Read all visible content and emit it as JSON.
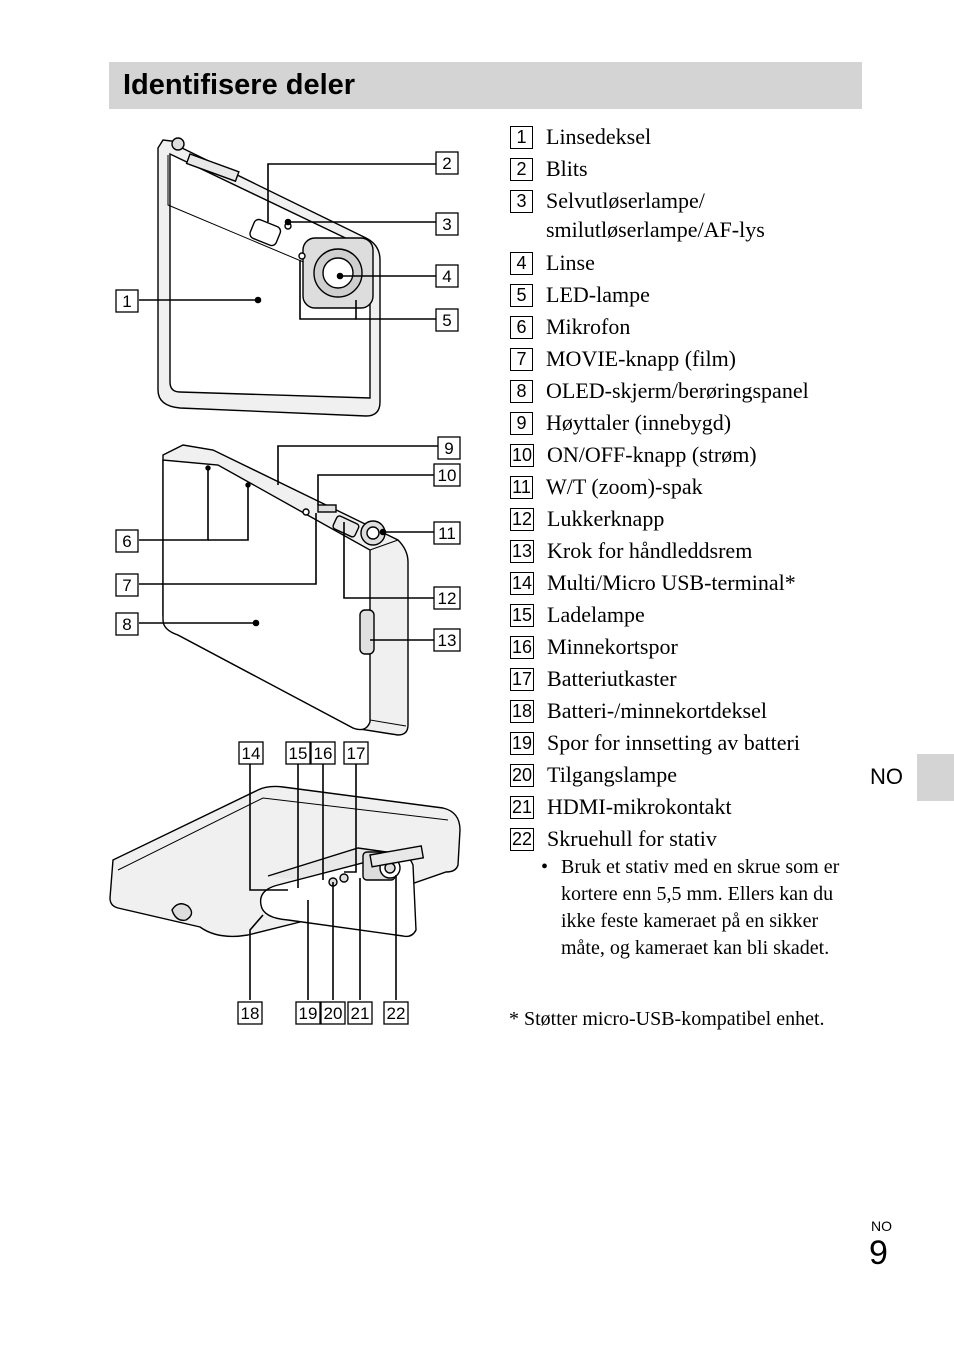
{
  "header": {
    "title": "Identifisere deler"
  },
  "figure": {
    "callouts_front": [
      "1",
      "2",
      "3",
      "4",
      "5"
    ],
    "callouts_back": [
      "6",
      "7",
      "8",
      "9",
      "10",
      "11",
      "12",
      "13"
    ],
    "callouts_bottom": [
      "14",
      "15",
      "16",
      "17",
      "18",
      "19",
      "20",
      "21",
      "22"
    ]
  },
  "parts": [
    {
      "num": "1",
      "label": "Linsedeksel"
    },
    {
      "num": "2",
      "label": "Blits"
    },
    {
      "num": "3",
      "label": "Selvutløserlampe/ smilutløserlampe/AF-lys"
    },
    {
      "num": "4",
      "label": "Linse"
    },
    {
      "num": "5",
      "label": "LED-lampe"
    },
    {
      "num": "6",
      "label": "Mikrofon"
    },
    {
      "num": "7",
      "label": "MOVIE-knapp (film)"
    },
    {
      "num": "8",
      "label": "OLED-skjerm/berøringspanel"
    },
    {
      "num": "9",
      "label": "Høyttaler (innebygd)"
    },
    {
      "num": "10",
      "label": "ON/OFF-knapp (strøm)"
    },
    {
      "num": "11",
      "label": "W/T (zoom)-spak"
    },
    {
      "num": "12",
      "label": "Lukkerknapp"
    },
    {
      "num": "13",
      "label": "Krok for håndleddsrem"
    },
    {
      "num": "14",
      "label": "Multi/Micro USB-terminal*"
    },
    {
      "num": "15",
      "label": "Ladelampe"
    },
    {
      "num": "16",
      "label": "Minnekortspor"
    },
    {
      "num": "17",
      "label": "Batteriutkaster"
    },
    {
      "num": "18",
      "label": "Batteri-/minnekortdeksel"
    },
    {
      "num": "19",
      "label": "Spor for innsetting av batteri"
    },
    {
      "num": "20",
      "label": "Tilgangslampe"
    },
    {
      "num": "21",
      "label": "HDMI-mikrokontakt"
    },
    {
      "num": "22",
      "label": "Skruehull for stativ"
    }
  ],
  "note": {
    "bullet": "•",
    "text": "Bruk et stativ med en skrue som er kortere enn 5,5 mm. Ellers kan du ikke feste kameraet på en sikker måte, og kameraet kan bli skadet."
  },
  "footnote": "* Støtter micro-USB-kompatibel enhet.",
  "side_tab": {
    "label": "NO"
  },
  "page": {
    "code": "NO",
    "number": "9"
  }
}
